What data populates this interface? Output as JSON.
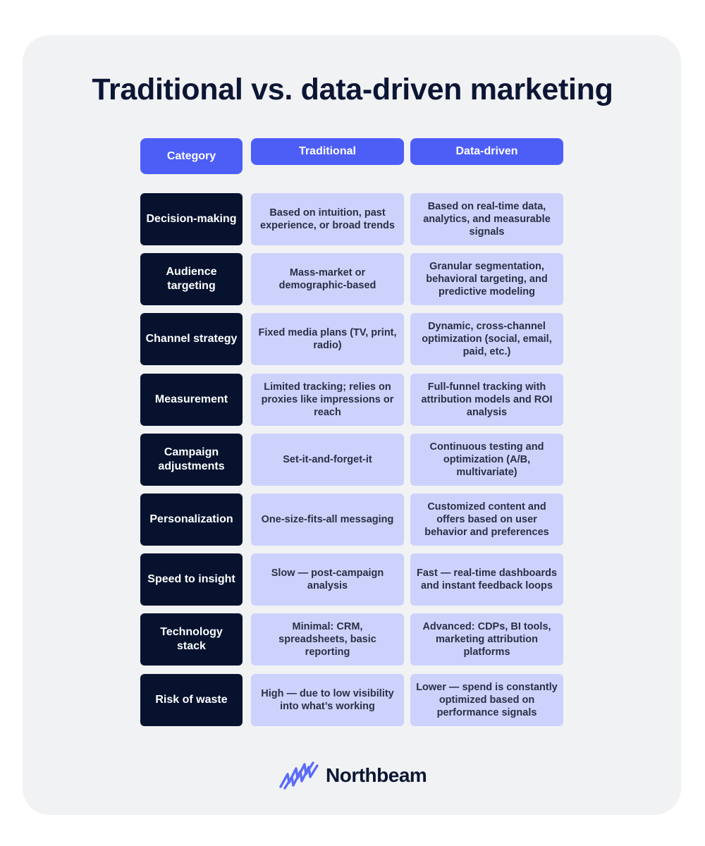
{
  "title": "Traditional vs. data-driven marketing",
  "headers": {
    "category": "Category",
    "traditional": "Traditional",
    "data_driven": "Data-driven"
  },
  "rows": [
    {
      "category": "Decision-making",
      "traditional": "Based on intuition, past experience, or broad trends",
      "data_driven": "Based on real-time data, analytics, and measurable signals"
    },
    {
      "category": "Audience targeting",
      "traditional": "Mass-market or demographic-based",
      "data_driven": "Granular segmentation, behavioral targeting, and predictive modeling"
    },
    {
      "category": "Channel strategy",
      "traditional": "Fixed media plans (TV, print, radio)",
      "data_driven": "Dynamic, cross-channel optimization (social, email, paid, etc.)"
    },
    {
      "category": "Measurement",
      "traditional": "Limited tracking; relies on proxies like impressions or reach",
      "data_driven": "Full-funnel tracking with attribution models and ROI analysis"
    },
    {
      "category": "Campaign adjustments",
      "traditional": "Set-it-and-forget-it",
      "data_driven": "Continuous testing and optimization (A/B, multivariate)"
    },
    {
      "category": "Personalization",
      "traditional": "One-size-fits-all messaging",
      "data_driven": "Customized content and offers based on user behavior and preferences"
    },
    {
      "category": "Speed to insight",
      "traditional": "Slow — post-campaign analysis",
      "data_driven": "Fast — real-time dashboards and instant feedback loops"
    },
    {
      "category": "Technology stack",
      "traditional": "Minimal: CRM, spreadsheets, basic reporting",
      "data_driven": "Advanced: CDPs, BI tools, marketing attribution platforms"
    },
    {
      "category": "Risk of waste",
      "traditional": "High — due to low visibility into what’s working",
      "data_driven": "Lower — spend is constantly optimized based on performance signals"
    }
  ],
  "brand": {
    "name": "Northbeam",
    "logo_icon": "northbeam-wave-icon",
    "accent_color": "#4d5ef7",
    "dark_color": "#06122e",
    "cell_color": "#cdd2fc"
  }
}
